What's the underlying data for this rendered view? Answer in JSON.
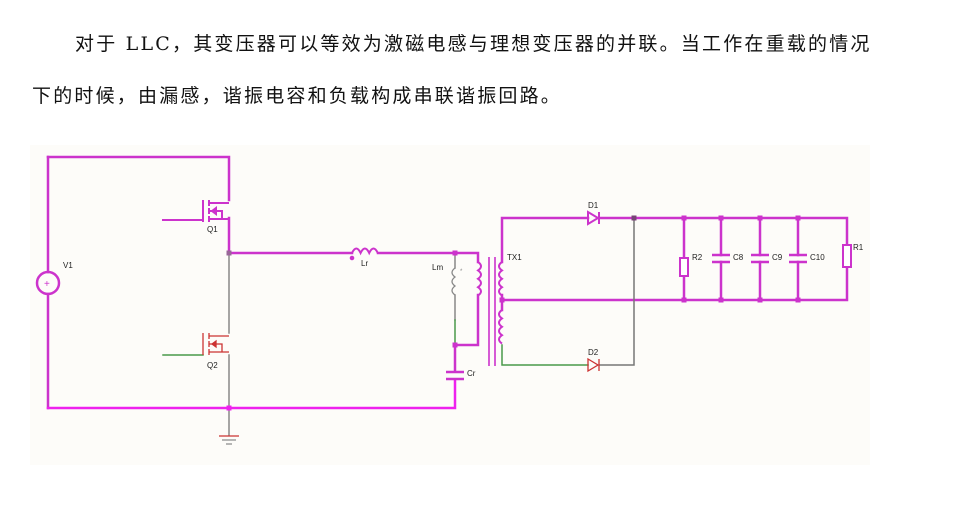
{
  "document": {
    "paragraph_lines": [
      "对于 LLC，其变压器可以等效为激磁电感与理想变压器的并联。当工作在重载的情况",
      "下的时候，由漏感，谐振电容和负载构成串联谐振回路。"
    ]
  },
  "schematic": {
    "title": "LLC half-bridge resonant converter",
    "colors": {
      "wire": "#cc33cc",
      "wire_gray": "#888888",
      "wire_green": "#4a9a4a",
      "low_side": "#cc3333",
      "node": "#cc33cc"
    },
    "components": {
      "V1": "V1",
      "Q1": "Q1",
      "Q2": "Q2",
      "Lr": "Lr",
      "Lm": "Lm",
      "Cr": "Cr",
      "TX1": "TX1",
      "D1": "D1",
      "D2": "D2",
      "R2": "R2",
      "C8": "C8",
      "C9": "C9",
      "C10": "C10",
      "R1": "R1"
    }
  }
}
